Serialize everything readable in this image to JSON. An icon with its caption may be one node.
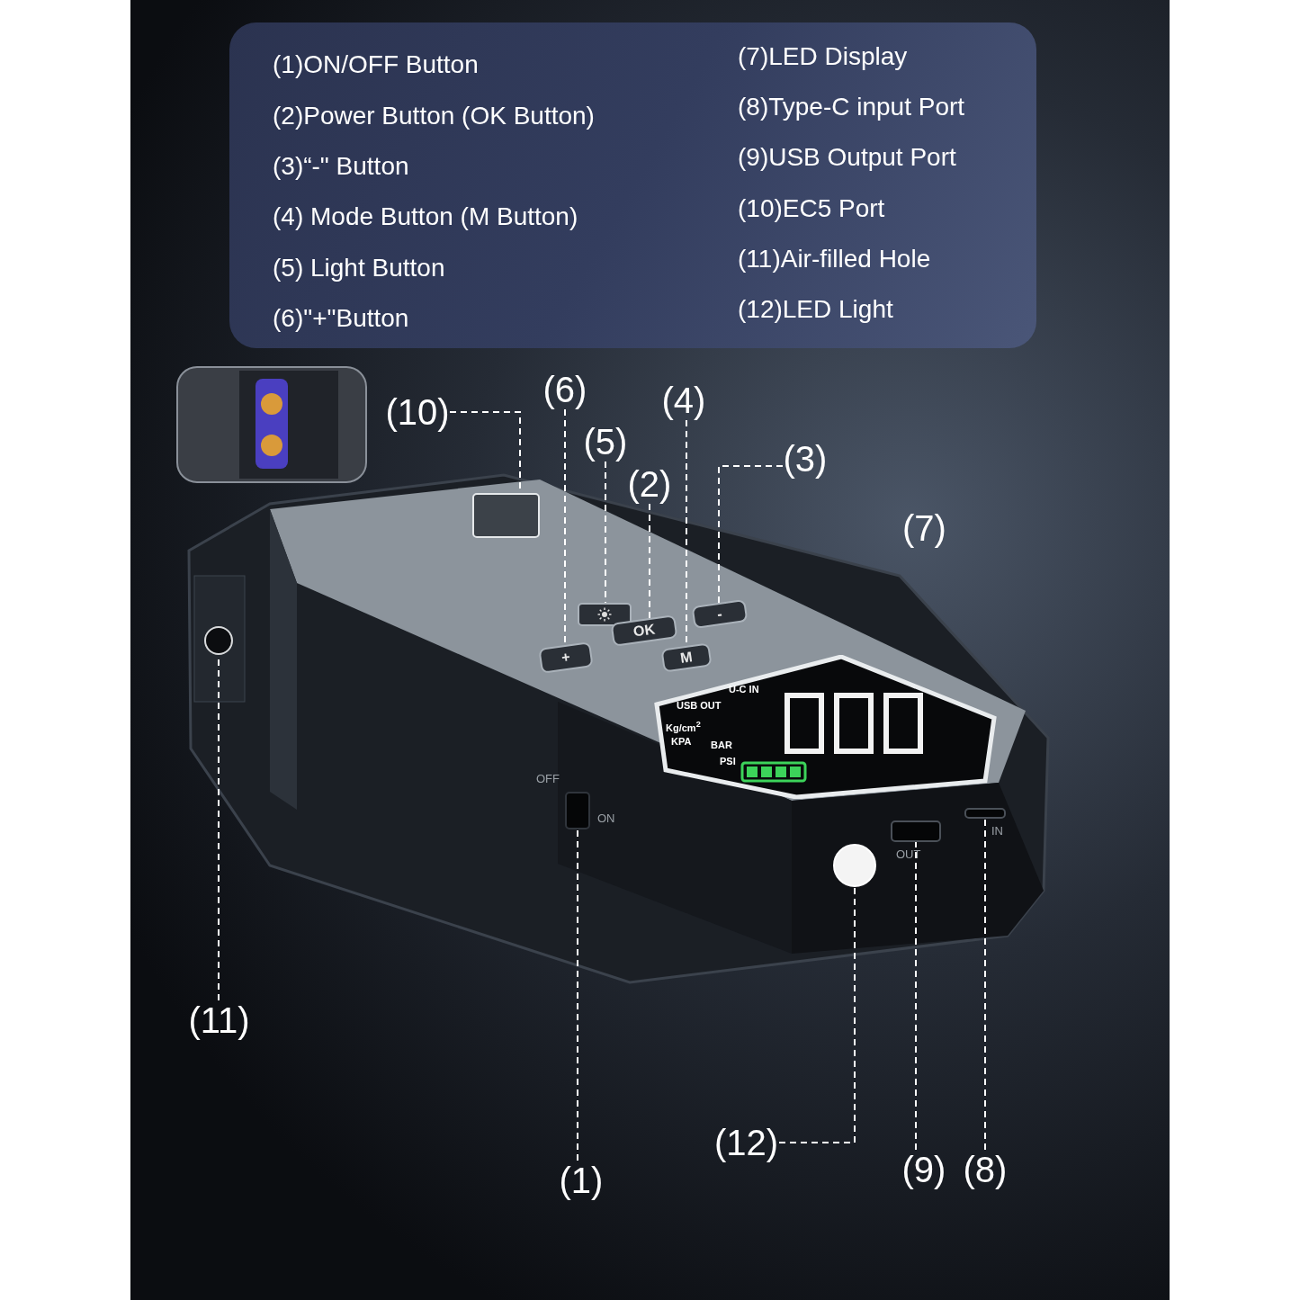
{
  "diagram": {
    "nodes": [
      {
        "text": [
          "(10)"
        ]
      },
      {
        "text": [
          "(6)"
        ]
      },
      {
        "text": [
          "(4)"
        ]
      },
      {
        "text": [
          "(5)"
        ]
      },
      {
        "text": [
          "(2)"
        ]
      },
      {
        "text": [
          "(3)"
        ]
      },
      {
        "text": [
          "(11)"
        ]
      },
      {
        "text": [
          "(12)"
        ]
      },
      {
        "text": [
          "(1)"
        ]
      },
      {
        "text": [
          "(9)"
        ]
      },
      {
        "text": [
          "(8)"
        ]
      },
      {
        "text": [],
        "shape": "box"
      },
      {
        "text": [
          "+"
        ]
      },
      {
        "text": [
          "M"
        ]
      },
      {
        "text": [],
        "shape": "box"
      },
      {
        "text": [
          "OK"
        ]
      },
      {
        "text": [
          "-"
        ]
      },
      {
        "text": [
          "U-C IN",
          "USB OUT",
          "Kg/cm$^{2}$",
          "KPA",
          "BAR",
          "PSI"
        ]
      },
      {
        "text": [],
        "shape": "circle"
      },
      {
        "text": [],
        "shape": "circle"
      },
      {
        "text": [],
        "shape": "box",
        "beside": [
          "OFF",
          "ON"
        ]
      },
      {
        "text": [],
        "shape": "box",
        "beside": [
          "OUT"
        ]
      },
      {
        "text": [],
        "shape": "box",
        "beside": [
          "IN"
        ]
      }
    ],
    "edges": [
      {
        "from": 0,
        "to": 11,
        "arrow": "none",
        "style": "dashed"
      },
      {
        "from": 1,
        "to": 12,
        "arrow": "none",
        "style": "dashed"
      },
      {
        "from": 2,
        "to": 13,
        "arrow": "none",
        "style": "dashed"
      },
      {
        "from": 3,
        "to": 14,
        "arrow": "none",
        "style": "dashed"
      },
      {
        "from": 4,
        "to": 15,
        "arrow": "none",
        "style": "dashed"
      },
      {
        "from": 5,
        "to": 16,
        "arrow": "none",
        "style": "dashed"
      },
      {
        "from": 6,
        "to": 18,
        "arrow": "none",
        "style": "dashed"
      },
      {
        "from": 7,
        "to": 19,
        "arrow": "none",
        "style": "dashed"
      },
      {
        "from": 8,
        "to": 20,
        "arrow": "none",
        "style": "dashed"
      },
      {
        "from": 9,
        "to": 21,
        "arrow": "none",
        "style": "dashed"
      },
      {
        "from": 10,
        "to": 22,
        "arrow": "none",
        "style": "dashed"
      }
    ],
    "labels": [
      "(1)ON/OFF Button",
      "(2)Power Button (OK Button)",
      "(3)“-\" Button",
      "(4) Mode Button (M Button)",
      "(5) Light Button",
      "(6)\"+\"Button",
      "(7)LED Display",
      "(8)Type-C input Port",
      "(9)USB Output Port",
      "(10)EC5 Port",
      "(11)Air-filled Hole",
      "(12)LED Light",
      "(7)"
    ]
  }
}
